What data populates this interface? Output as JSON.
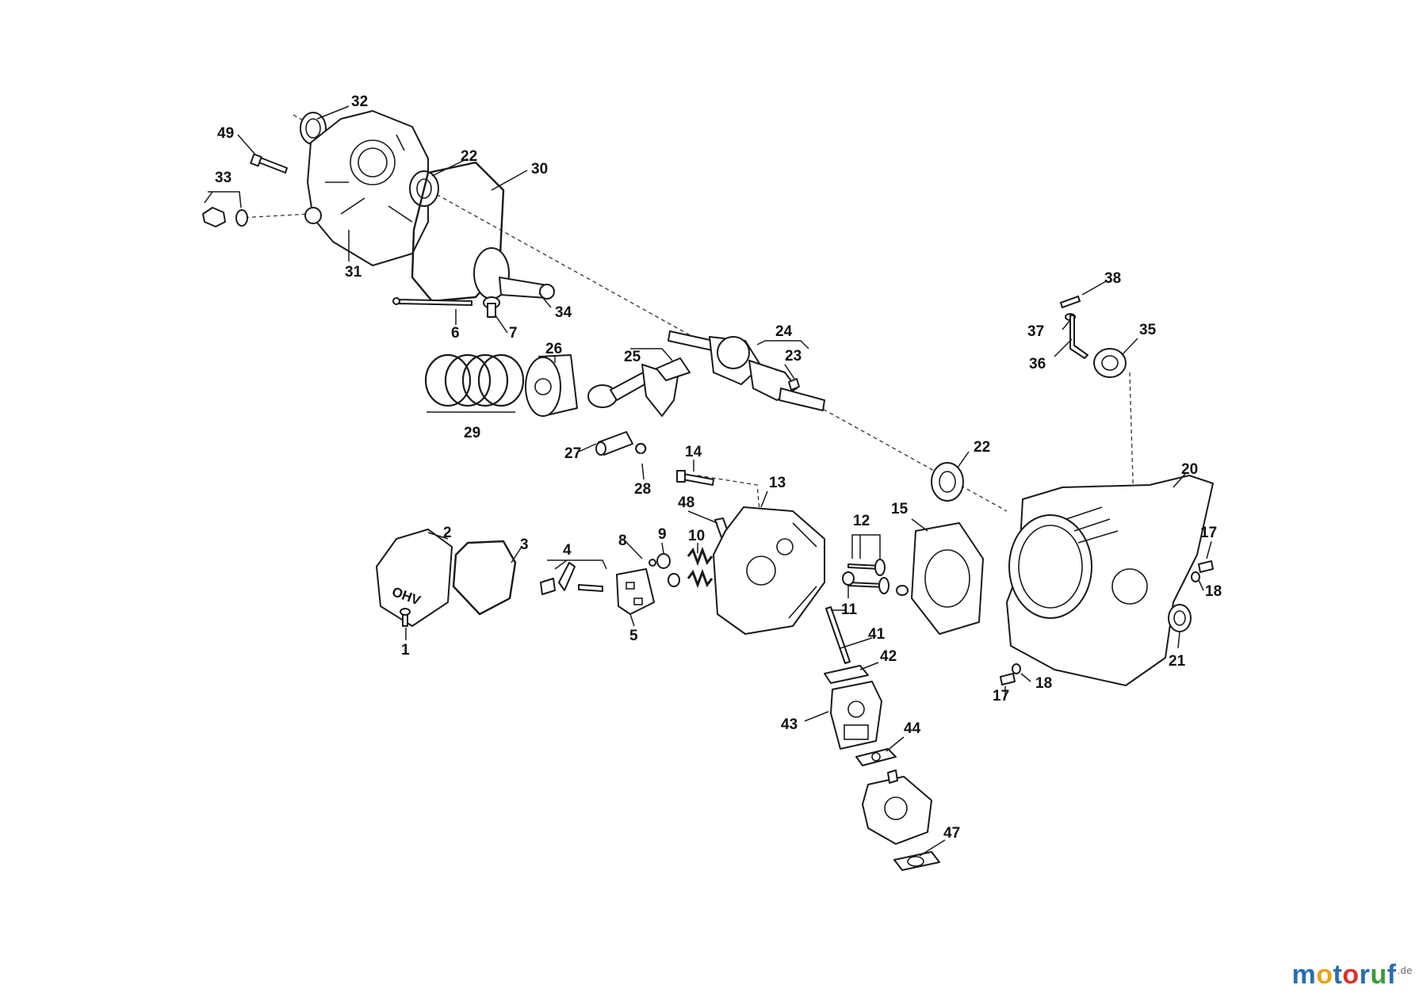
{
  "diagram": {
    "callouts": {
      "c1": "1",
      "c2": "2",
      "c3": "3",
      "c4": "4",
      "c5": "5",
      "c6": "6",
      "c7": "7",
      "c8": "8",
      "c9": "9",
      "c10": "10",
      "c11": "11",
      "c12": "12",
      "c13": "13",
      "c14": "14",
      "c15": "15",
      "c17a": "17",
      "c17b": "17",
      "c18a": "18",
      "c18b": "18",
      "c20": "20",
      "c21": "21",
      "c22a": "22",
      "c22b": "22",
      "c23": "23",
      "c24": "24",
      "c25": "25",
      "c26": "26",
      "c27": "27",
      "c28": "28",
      "c29": "29",
      "c30": "30",
      "c31": "31",
      "c32": "32",
      "c33": "33",
      "c34": "34",
      "c35": "35",
      "c36": "36",
      "c37": "37",
      "c38": "38",
      "c41": "41",
      "c42": "42",
      "c43": "43",
      "c44": "44",
      "c47": "47",
      "c48": "48",
      "c49": "49"
    },
    "cover_marking": "OHV"
  },
  "watermark": {
    "letters": [
      "m",
      "o",
      "t",
      "o",
      "r",
      "u",
      "f"
    ],
    "colors": [
      "#2a6db5",
      "#e8a317",
      "#2a6db5",
      "#d9342b",
      "#2a6db5",
      "#3a9b3a",
      "#2a6db5"
    ],
    "suffix": ".de"
  }
}
